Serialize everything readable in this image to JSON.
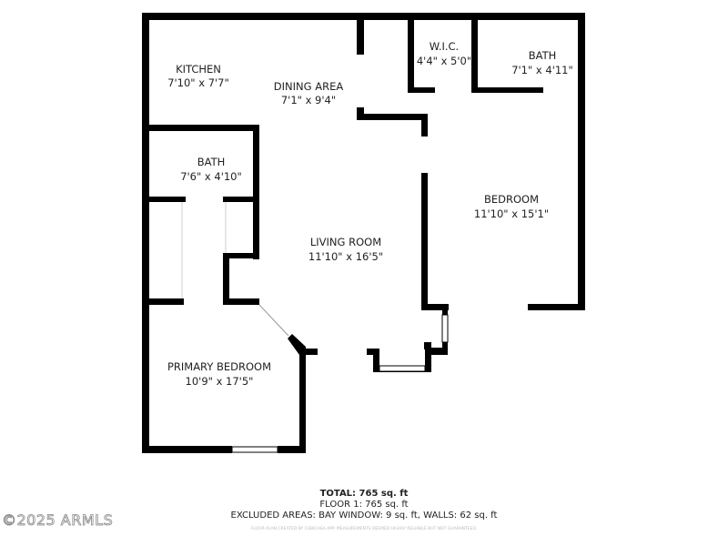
{
  "rooms": [
    {
      "name": "KITCHEN",
      "size": "7'10\" x 7'7\""
    },
    {
      "name": "DINING AREA",
      "size": "7'1\" x 9'4\""
    },
    {
      "name": "W.I.C.",
      "size": "4'4\" x 5'0\""
    },
    {
      "name": "BATH",
      "size": "7'1\" x 4'11\""
    },
    {
      "name": "BATH",
      "size": "7'6\" x 4'10\""
    },
    {
      "name": "BEDROOM",
      "size": "11'10\" x 15'1\""
    },
    {
      "name": "LIVING ROOM",
      "size": "11'10\" x 16'5\""
    },
    {
      "name": "PRIMARY BEDROOM",
      "size": "10'9\" x 17'5\""
    }
  ],
  "summary": {
    "total": "TOTAL: 765 sq. ft",
    "floor": "FLOOR 1: 765 sq. ft",
    "excluded": "EXCLUDED AREAS: BAY WINDOW: 9 sq. ft, WALLS: 62 sq. ft",
    "credit": "FLOOR PLAN CREATED BY CUBICASA APP. MEASUREMENTS DEEMED HIGHLY RELIABLE BUT NOT GUARANTEED."
  },
  "watermark": "©2025 ARMLS"
}
